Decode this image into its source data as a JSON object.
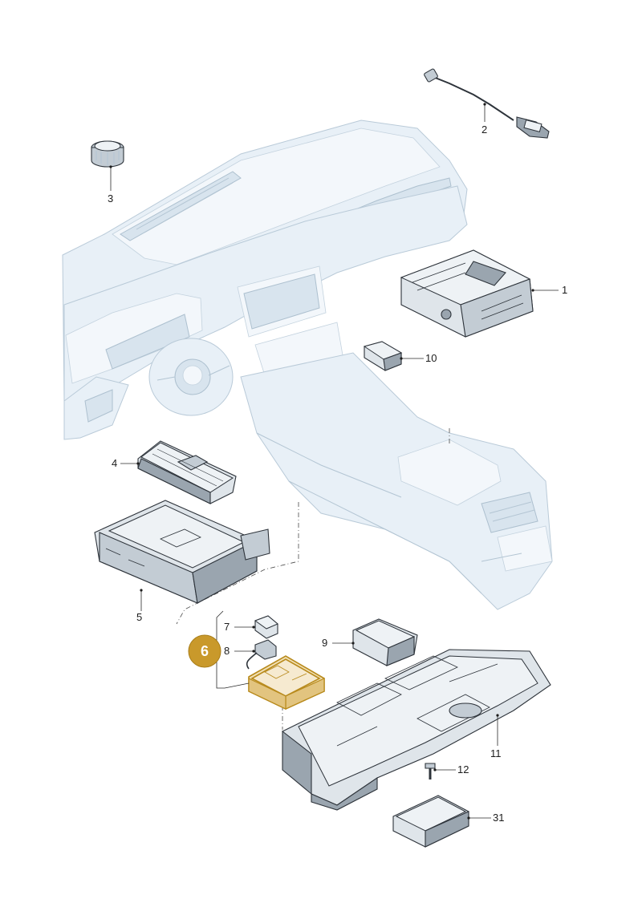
{
  "diagram": {
    "type": "exploded-parts-diagram",
    "highlight_color": "#c9992b",
    "highlighted_part": "6",
    "part_numbers": [
      {
        "id": "1",
        "label": "1"
      },
      {
        "id": "2",
        "label": "2"
      },
      {
        "id": "3",
        "label": "3"
      },
      {
        "id": "4",
        "label": "4"
      },
      {
        "id": "5",
        "label": "5"
      },
      {
        "id": "6",
        "label": "6"
      },
      {
        "id": "7",
        "label": "7"
      },
      {
        "id": "8",
        "label": "8"
      },
      {
        "id": "9",
        "label": "9"
      },
      {
        "id": "10",
        "label": "10"
      },
      {
        "id": "11",
        "label": "11"
      },
      {
        "id": "12",
        "label": "12"
      },
      {
        "id": "31",
        "label": "31"
      }
    ]
  }
}
